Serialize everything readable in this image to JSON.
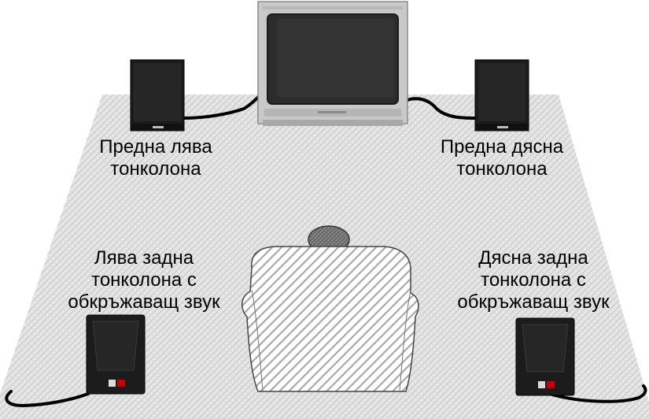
{
  "labels": {
    "front_left": {
      "line1": "Предна лява",
      "line2": "тонколона"
    },
    "front_right": {
      "line1": "Предна дясна",
      "line2": "тонколона"
    },
    "rear_left": {
      "line1": "Лява задна",
      "line2": "тонколона с",
      "line3": "обкръжаващ звук"
    },
    "rear_right": {
      "line1": "Дясна задна",
      "line2": "тонколона с",
      "line3": "обкръжаващ звук"
    }
  },
  "colors": {
    "floor": "#e2e2e2",
    "speaker": "#1c1c1c",
    "tv_frame": "#c9c9c9",
    "tv_screen": "#2c2c2c",
    "cable": "#000000",
    "rear_speaker_indicator": "#cc0000"
  },
  "icons": {
    "tv": "tv-icon",
    "front_speaker": "speaker-icon",
    "rear_speaker": "speaker-icon",
    "chair": "armchair-icon",
    "listener": "listener-head-icon"
  }
}
